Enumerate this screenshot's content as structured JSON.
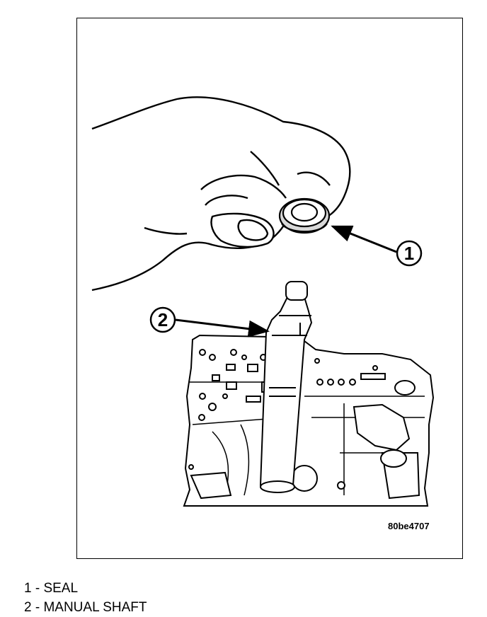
{
  "figure": {
    "id": "80be4707",
    "callouts": [
      {
        "number": "1",
        "target": "SEAL"
      },
      {
        "number": "2",
        "target": "MANUAL SHAFT"
      }
    ]
  },
  "legend": {
    "items": [
      {
        "text": "1 - SEAL"
      },
      {
        "text": "2 - MANUAL SHAFT"
      }
    ]
  }
}
